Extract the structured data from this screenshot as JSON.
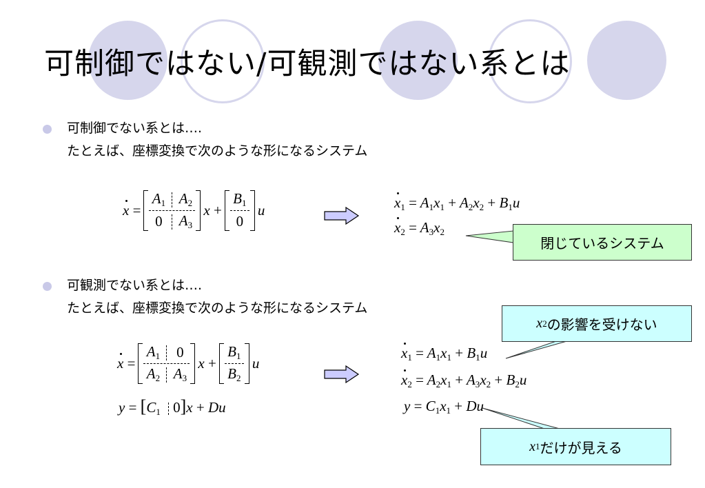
{
  "slide": {
    "title": "可制御ではない/可観測ではない系とは"
  },
  "bullets": [
    {
      "heading": "可制御でない系とは….",
      "subtext": "たとえば、座標変換で次のような形になるシステム"
    },
    {
      "heading": "可観測でない系とは….",
      "subtext": "たとえば、座標変換で次のような形になるシステム"
    }
  ],
  "callouts": {
    "closed_system": "閉じているシステム",
    "x2_var": "x",
    "x2_sub": "2",
    "x2_text": "の影響を受けない",
    "x1_var": "x",
    "x1_sub": "1",
    "x1_text": "だけが見える"
  },
  "colors": {
    "decor_circle": "#d6d6ec",
    "bullet": "#c9c9e8",
    "arrow_fill": "#ccccff",
    "callout_green": "#ccffcc",
    "callout_cyan": "#ccffff"
  }
}
